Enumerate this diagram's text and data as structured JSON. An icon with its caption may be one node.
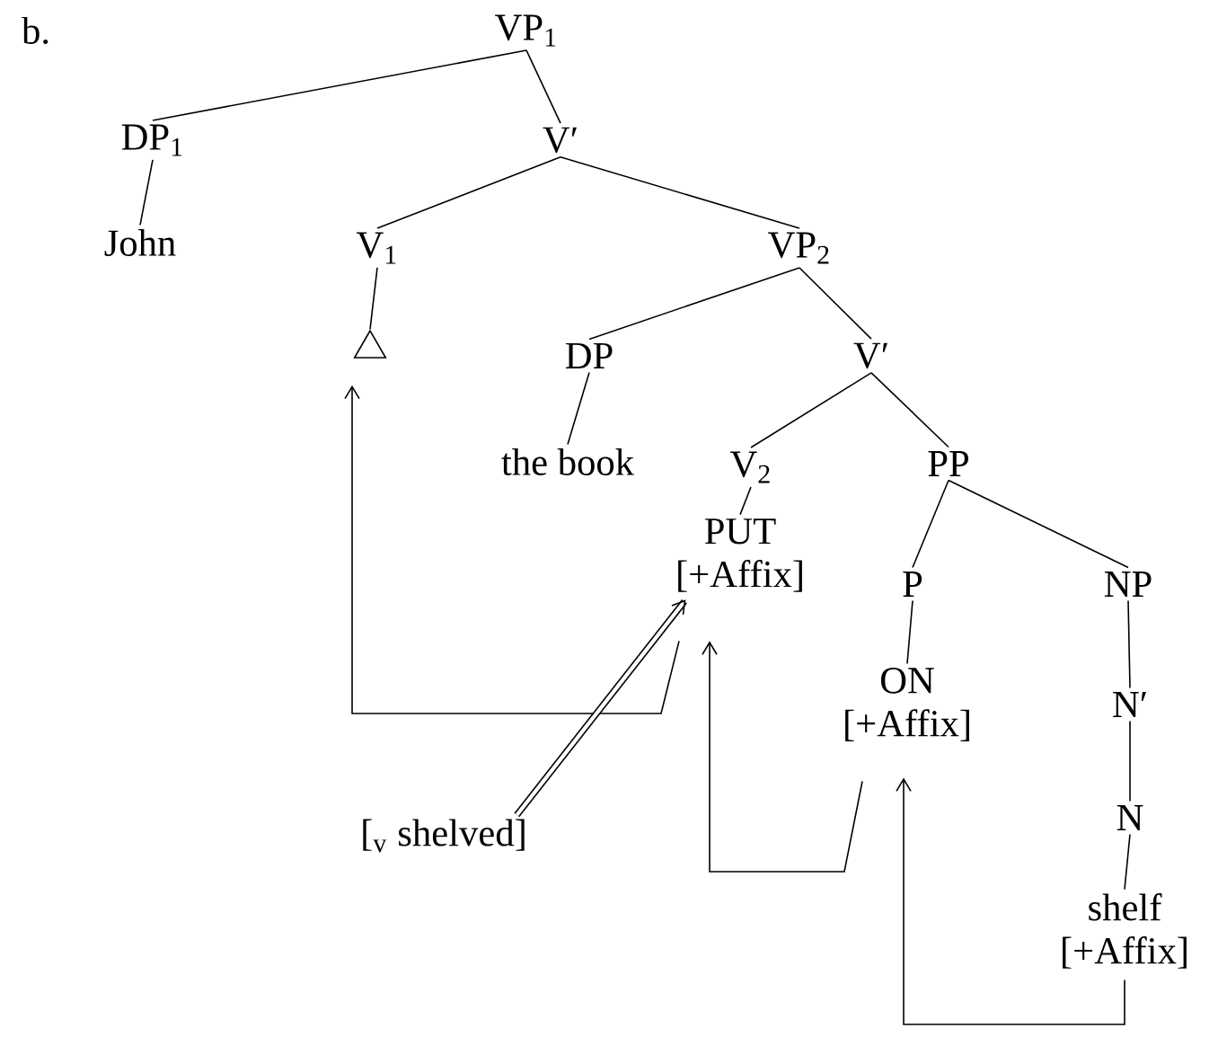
{
  "diagram": {
    "nodes": [
      {
        "text": [
          "VP$_{1}$"
        ]
      },
      {
        "text": [
          "DP$_{1}$"
        ]
      },
      {
        "text": [
          "V′"
        ]
      },
      {
        "text": [
          "John"
        ]
      },
      {
        "text": [
          "V$_{1}$"
        ]
      },
      {
        "text": [
          "VP$_{2}$"
        ]
      },
      {
        "text": [],
        "shape": "triangle"
      },
      {
        "text": [
          "DP"
        ]
      },
      {
        "text": [
          "V′"
        ]
      },
      {
        "text": [
          "the book"
        ]
      },
      {
        "text": [
          "V$_{2}$"
        ]
      },
      {
        "text": [
          "PP"
        ]
      },
      {
        "text": [
          "PUT",
          "[+Affix]"
        ]
      },
      {
        "text": [
          "P"
        ]
      },
      {
        "text": [
          "NP"
        ]
      },
      {
        "text": [
          "ON",
          "[+Affix]"
        ]
      },
      {
        "text": [
          "N′"
        ]
      },
      {
        "text": [
          "N"
        ]
      },
      {
        "text": [
          "shelf",
          "[+Affix]"
        ]
      },
      {
        "text": [
          "[$_{v}$ shelved]"
        ]
      }
    ],
    "edges": [
      {
        "from": 0,
        "to": 1,
        "arrow": "none"
      },
      {
        "from": 0,
        "to": 2,
        "arrow": "none"
      },
      {
        "from": 1,
        "to": 3,
        "arrow": "none"
      },
      {
        "from": 2,
        "to": 4,
        "arrow": "none"
      },
      {
        "from": 2,
        "to": 5,
        "arrow": "none"
      },
      {
        "from": 4,
        "to": 6,
        "arrow": "none"
      },
      {
        "from": 5,
        "to": 7,
        "arrow": "none"
      },
      {
        "from": 5,
        "to": 8,
        "arrow": "none"
      },
      {
        "from": 7,
        "to": 9,
        "arrow": "none"
      },
      {
        "from": 8,
        "to": 10,
        "arrow": "none"
      },
      {
        "from": 8,
        "to": 11,
        "arrow": "none"
      },
      {
        "from": 10,
        "to": 12,
        "arrow": "none"
      },
      {
        "from": 11,
        "to": 13,
        "arrow": "none"
      },
      {
        "from": 11,
        "to": 14,
        "arrow": "none"
      },
      {
        "from": 13,
        "to": 15,
        "arrow": "none"
      },
      {
        "from": 14,
        "to": 16,
        "arrow": "none"
      },
      {
        "from": 16,
        "to": 17,
        "arrow": "none"
      },
      {
        "from": 17,
        "to": 18,
        "arrow": "none"
      },
      {
        "from": 12,
        "to": 6,
        "arrow": "to"
      },
      {
        "from": 15,
        "to": 12,
        "arrow": "to"
      },
      {
        "from": 18,
        "to": 15,
        "arrow": "to"
      },
      {
        "from": 19,
        "to": 12,
        "arrow": "to",
        "style": "thick"
      }
    ],
    "labels": [
      "b."
    ]
  }
}
